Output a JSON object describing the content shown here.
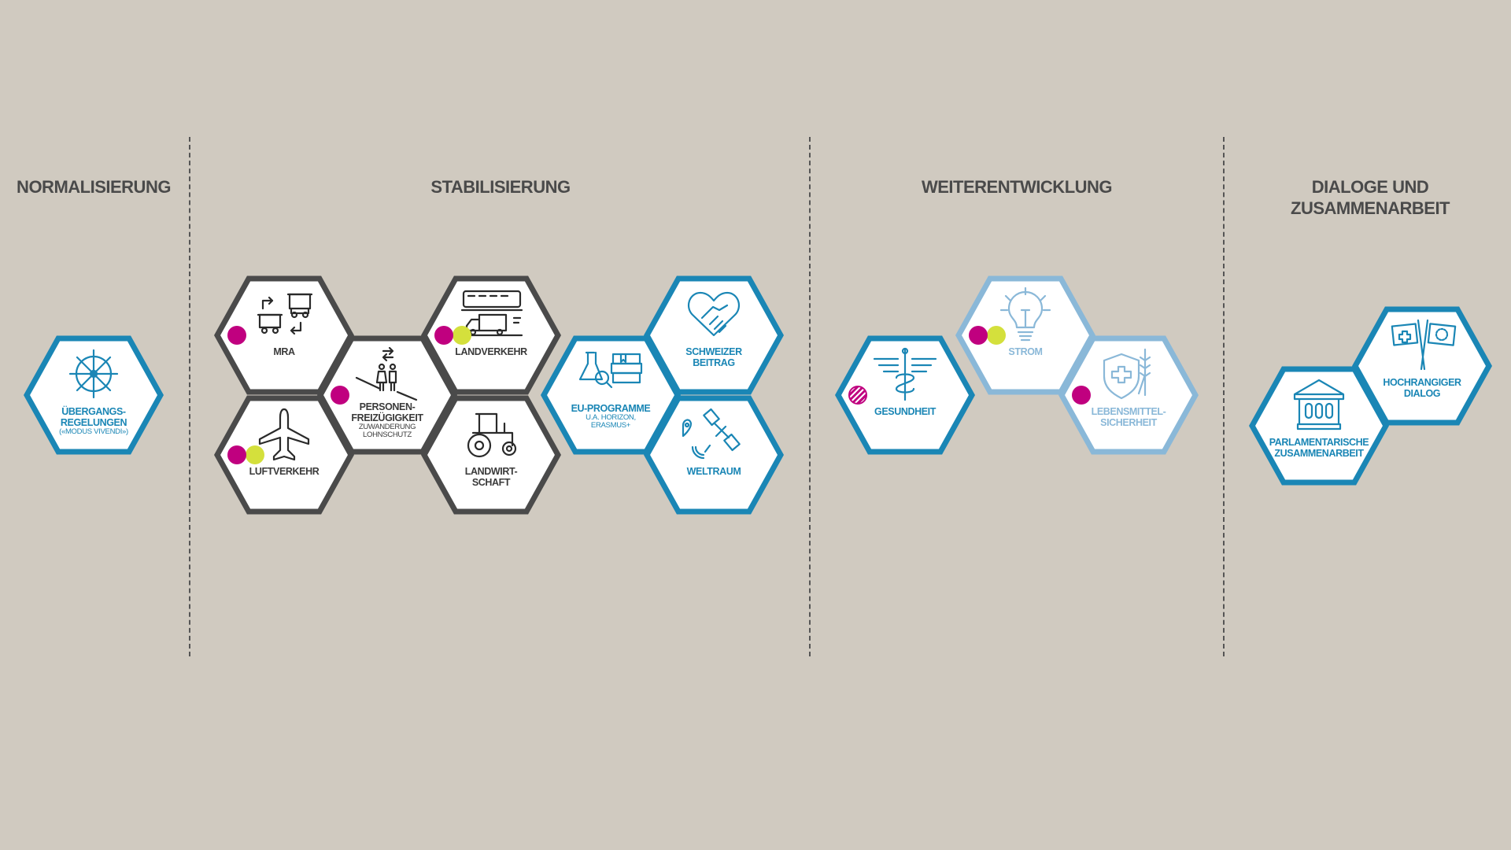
{
  "colors": {
    "background": "#d0cac0",
    "dark": "#4a4a4a",
    "blue": "#1a86b5",
    "light": "#8ab8d8",
    "magenta": "#c0007f",
    "yellow": "#d4e03c"
  },
  "headings": {
    "normalisierung": "NORMALISIERUNG",
    "stabilisierung": "STABILISIERUNG",
    "weiterentwicklung": "WEITERENTWICKLUNG",
    "dialoge_line1": "DIALOGE UND",
    "dialoge_line2": "ZUSAMMENARBEIT"
  },
  "hexes": [
    {
      "name": "uebergangsregelungen",
      "style": "blue",
      "lines": [
        "ÜBERGANGS-",
        "REGELUNGEN"
      ],
      "sub": [
        "(«MODUS VIVENDI»)"
      ],
      "dots": "none",
      "icon": "ship-wheel-icon"
    },
    {
      "name": "mra",
      "style": "dark",
      "lines": [
        "MRA"
      ],
      "sub": [],
      "dots": "magenta",
      "icon": "market-stall-exchange-icon"
    },
    {
      "name": "luftverkehr",
      "style": "dark",
      "lines": [
        "LUFTVERKEHR"
      ],
      "sub": [],
      "dots": "magenta-yellow",
      "icon": "airplane-icon"
    },
    {
      "name": "personenfreizuegigkeit",
      "style": "dark",
      "lines": [
        "PERSONEN-",
        "FREIZÜGIGKEIT"
      ],
      "sub": [
        "ZUWANDERUNG",
        "LOHNSCHUTZ"
      ],
      "dots": "magenta",
      "icon": "people-travel-icon"
    },
    {
      "name": "landverkehr",
      "style": "dark",
      "lines": [
        "LANDVERKEHR"
      ],
      "sub": [],
      "dots": "magenta-yellow",
      "icon": "train-truck-icon"
    },
    {
      "name": "landwirtschaft",
      "style": "dark",
      "lines": [
        "LANDWIRT-",
        "SCHAFT"
      ],
      "sub": [],
      "dots": "none",
      "icon": "tractor-icon"
    },
    {
      "name": "eu-programme",
      "style": "blue",
      "lines": [
        "EU-PROGRAMME"
      ],
      "sub": [
        "U.A. HORIZON,",
        "ERASMUS+"
      ],
      "dots": "none",
      "icon": "research-books-icon"
    },
    {
      "name": "schweizer-beitrag",
      "style": "blue",
      "lines": [
        "SCHWEIZER",
        "BEITRAG"
      ],
      "sub": [],
      "dots": "none",
      "icon": "heart-handshake-icon"
    },
    {
      "name": "weltraum",
      "style": "blue",
      "lines": [
        "WELTRAUM"
      ],
      "sub": [],
      "dots": "none",
      "icon": "satellite-icon"
    },
    {
      "name": "gesundheit",
      "style": "blue",
      "lines": [
        "GESUNDHEIT"
      ],
      "sub": [],
      "dots": "magenta-striped",
      "icon": "caduceus-icon"
    },
    {
      "name": "strom",
      "style": "light",
      "lines": [
        "STROM"
      ],
      "sub": [],
      "dots": "magenta-yellow",
      "icon": "lightbulb-icon"
    },
    {
      "name": "lebensmittelsicherheit",
      "style": "light",
      "lines": [
        "LEBENSMITTEL-",
        "SICHERHEIT"
      ],
      "sub": [],
      "dots": "magenta",
      "icon": "shield-wheat-icon"
    },
    {
      "name": "parlamentarische-zusammenarbeit",
      "style": "blue",
      "lines": [
        "PARLAMENTARISCHE",
        "ZUSAMMENARBEIT"
      ],
      "sub": [],
      "dots": "none",
      "icon": "parliament-building-icon"
    },
    {
      "name": "hochrangiger-dialog",
      "style": "blue",
      "lines": [
        "HOCHRANGIGER",
        "DIALOG"
      ],
      "sub": [],
      "dots": "none",
      "icon": "crossed-flags-icon"
    }
  ]
}
